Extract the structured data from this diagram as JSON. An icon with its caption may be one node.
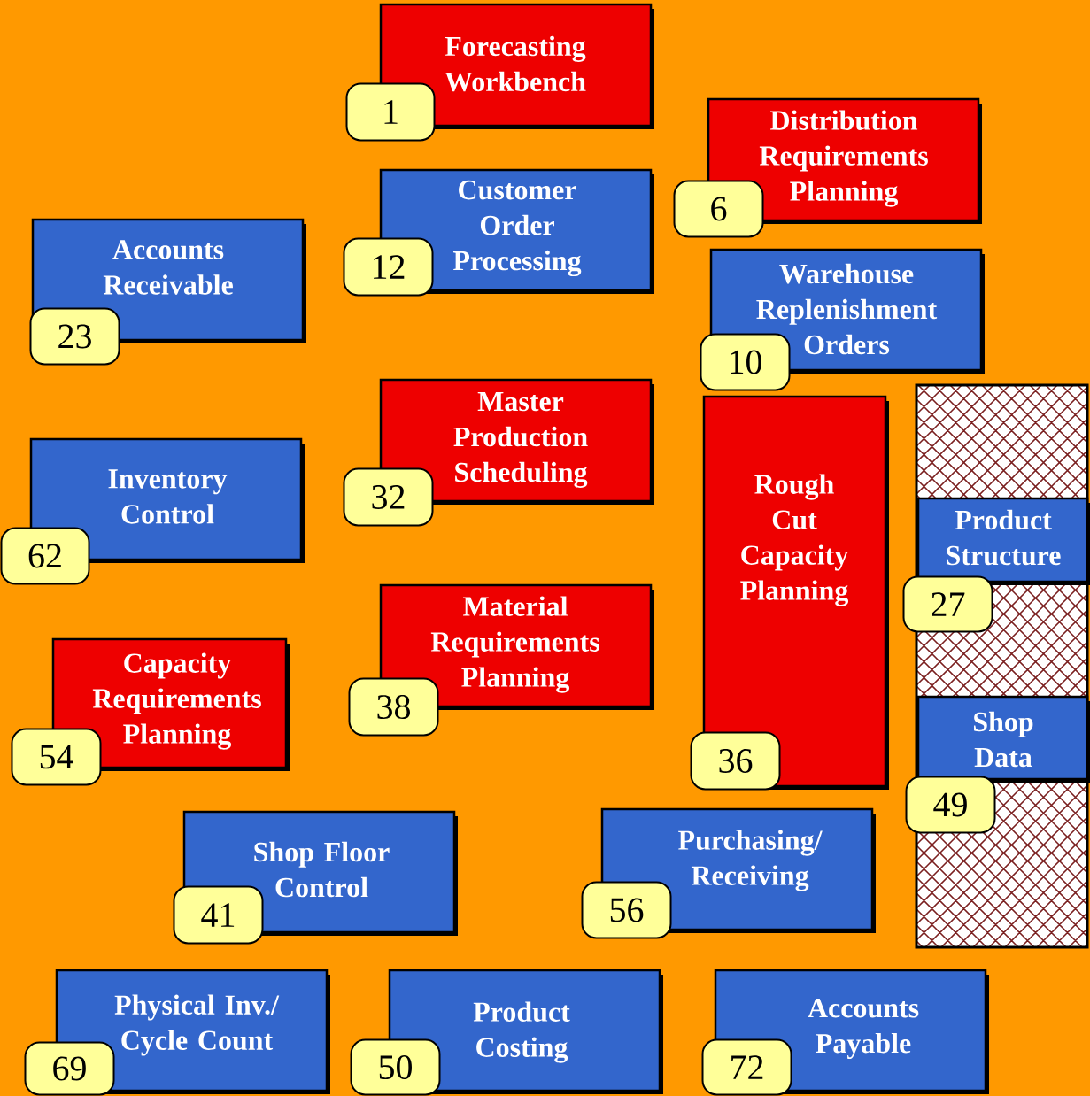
{
  "diagram": {
    "nodes": [
      {
        "text": [
          "Forecasting Workbench"
        ]
      },
      {
        "text": [
          "1"
        ]
      },
      {
        "text": [
          "Distribution Requirements Planning"
        ]
      },
      {
        "text": [
          "6"
        ]
      },
      {
        "text": [
          "Customer Order Processing"
        ]
      },
      {
        "text": [
          "12"
        ]
      },
      {
        "text": [
          "Accounts Receivable"
        ]
      },
      {
        "text": [
          "23"
        ]
      },
      {
        "text": [
          "Warehouse Replenishment Orders"
        ]
      },
      {
        "text": [
          "10"
        ]
      },
      {
        "text": [
          "Master Production Scheduling"
        ]
      },
      {
        "text": [
          "32"
        ]
      },
      {
        "text": [],
        "shape": "box"
      },
      {
        "text": [
          "Product Structure"
        ],
        "in": 12
      },
      {
        "text": [
          "27"
        ]
      },
      {
        "text": [
          "Rough Cut Capacity Planning"
        ]
      },
      {
        "text": [
          "Inventory Control"
        ]
      },
      {
        "text": [
          "62"
        ]
      },
      {
        "text": [
          "Capacity Requirements Planning"
        ]
      },
      {
        "text": [
          "54"
        ]
      },
      {
        "text": [
          "Material Requirements Planning"
        ]
      },
      {
        "text": [
          "38"
        ]
      },
      {
        "text": [
          "36"
        ]
      },
      {
        "text": [
          "Shop Data"
        ],
        "in": 12
      },
      {
        "text": [
          "49"
        ]
      },
      {
        "text": [
          "Shop Floor Control"
        ]
      },
      {
        "text": [
          "41"
        ]
      },
      {
        "text": [
          "Purchasing/ Receiving"
        ]
      },
      {
        "text": [
          "56"
        ]
      },
      {
        "text": [
          "Physical Inv./ Cycle Count"
        ]
      },
      {
        "text": [
          "69"
        ]
      },
      {
        "text": [
          "Product Costing"
        ]
      },
      {
        "text": [
          "50"
        ]
      },
      {
        "text": [
          "Accounts Payable"
        ]
      },
      {
        "text": [
          "72"
        ]
      }
    ]
  }
}
